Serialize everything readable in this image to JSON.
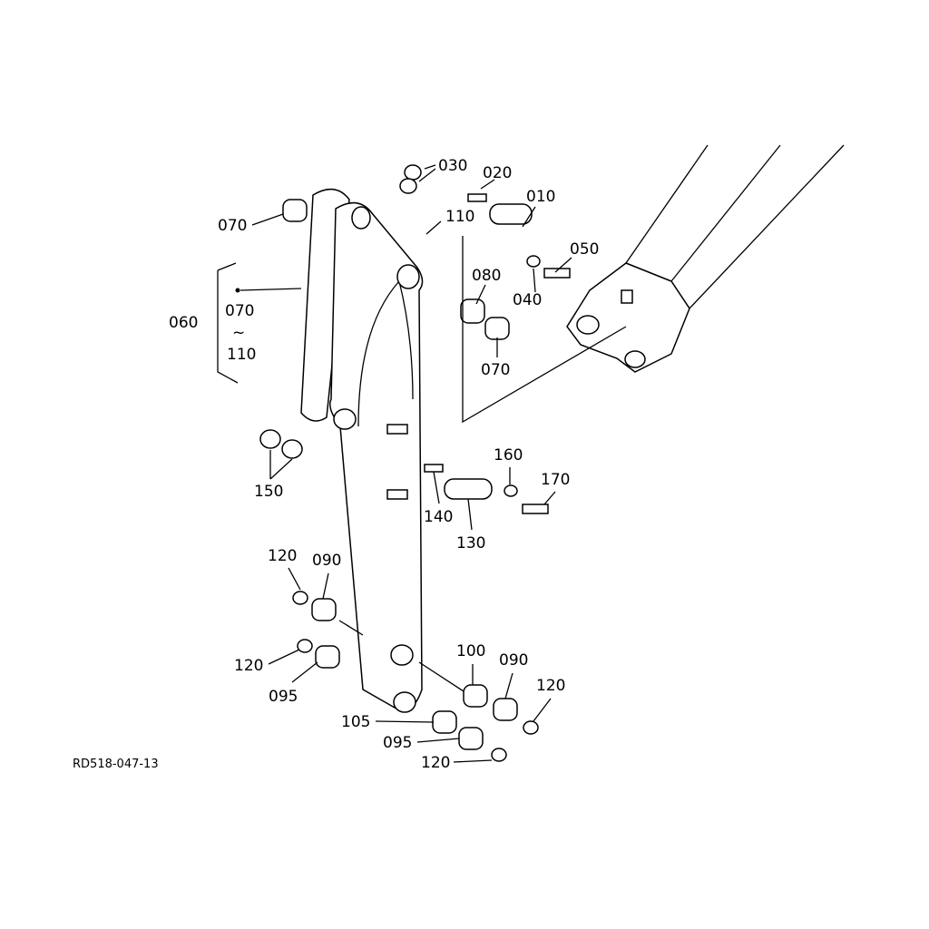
{
  "diagram_code": "RD518-047-13",
  "labels": {
    "p030": "030",
    "p020": "020",
    "p010": "010",
    "p110a": "110",
    "p070a": "070",
    "p050": "050",
    "p080": "080",
    "p040": "040",
    "p060": "060",
    "p070b": "070",
    "tilde": "~",
    "p110b": "110",
    "p070c": "070",
    "p160": "160",
    "p170": "170",
    "p150": "150",
    "p140": "140",
    "p130": "130",
    "p120a": "120",
    "p090a": "090",
    "p100": "100",
    "p090b": "090",
    "p120b": "120",
    "p120c": "120",
    "p095a": "095",
    "p105": "105",
    "p095b": "095",
    "p120d": "120"
  }
}
